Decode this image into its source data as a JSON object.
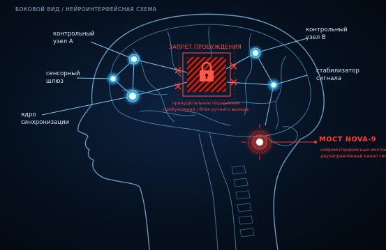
{
  "header": {
    "title": "БОКОВОЙ ВИД / НЕЙРОИНТЕРФЕЙСНАЯ СХЕМА"
  },
  "labels": {
    "node_a": {
      "line1": "контрольный",
      "line2": "узел А"
    },
    "node_b": {
      "line1": "контрольный",
      "line2": "узел В"
    },
    "sensor": {
      "line1": "сенсорный",
      "line2": "шлюз"
    },
    "core": {
      "line1": "ядро",
      "line2": "синхронизации"
    },
    "stabilizer": {
      "line1": "стабилизатор",
      "line2": "сигнала"
    }
  },
  "block": {
    "title": "ЗАПРЕТ ПРОБУЖДЕНИЯ",
    "sub1": "принудительное подавление",
    "sub2": "пробуждения / блок ручного выхода"
  },
  "bridge": {
    "title": "МОСТ NOVA-9",
    "sub1": "нейроинтерфейсный имплант",
    "sub2": "двунаправленный канал связи"
  },
  "colors": {
    "accent": "#3fc8ff",
    "alert": "#ff3b30",
    "background": "#050d1a"
  },
  "icons": {
    "block": "lock-icon"
  }
}
